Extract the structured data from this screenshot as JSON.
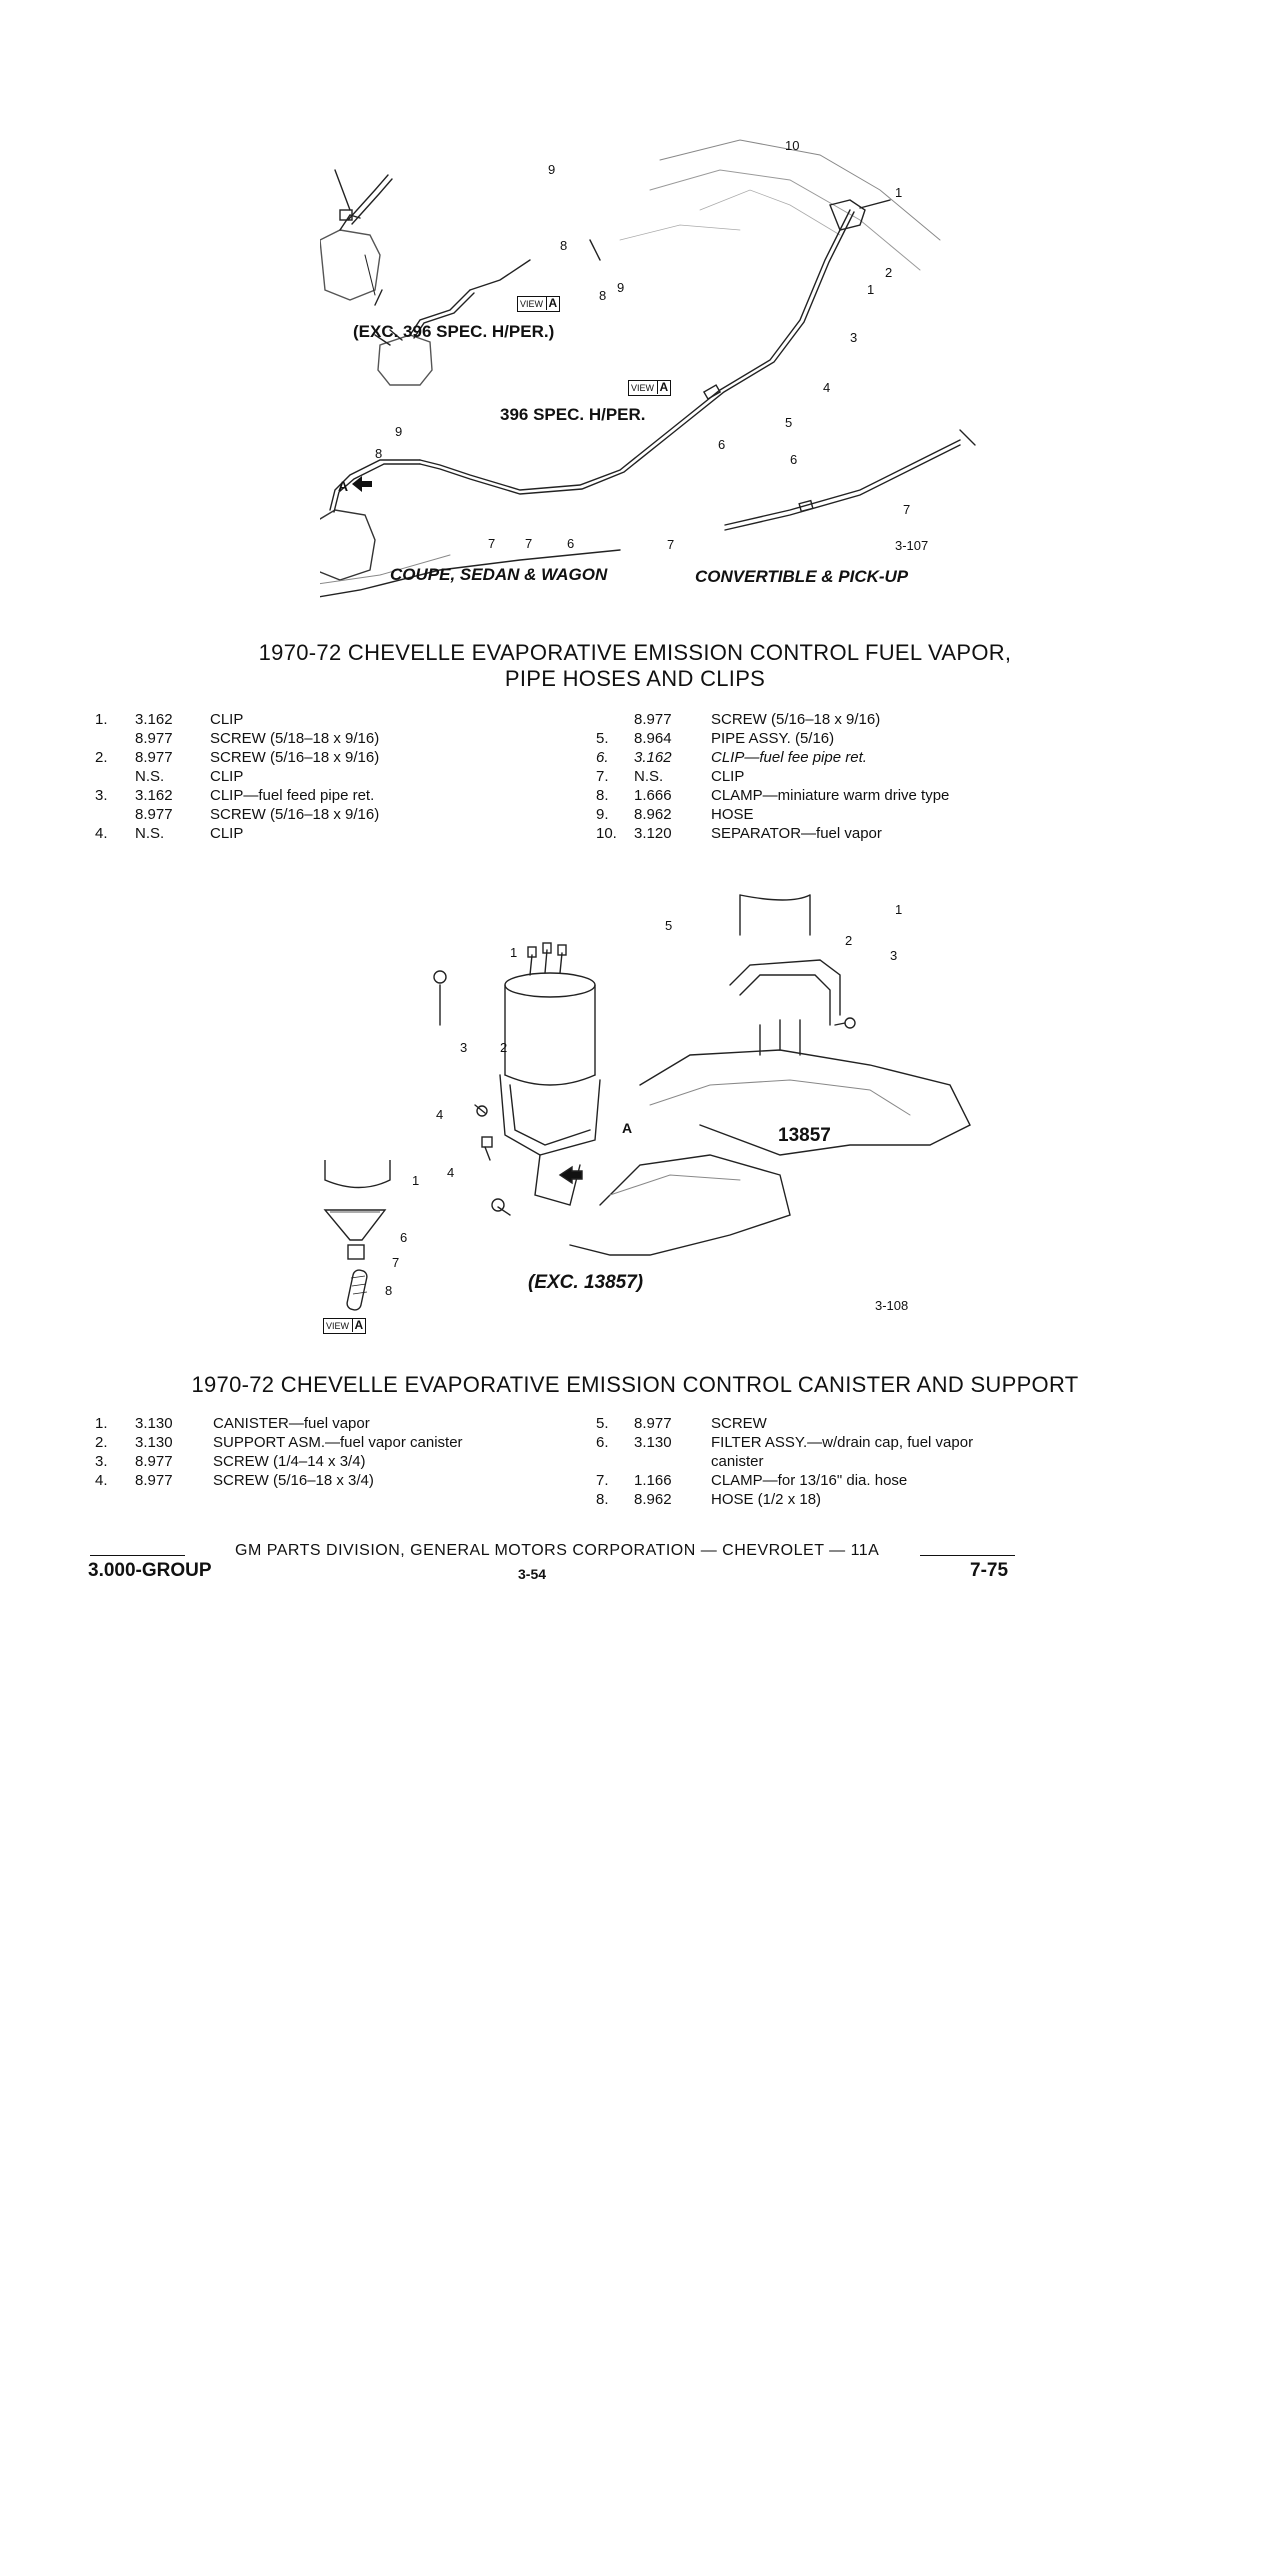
{
  "figure1": {
    "labels": [
      "1",
      "2",
      "3",
      "4",
      "5",
      "6",
      "7",
      "8",
      "9",
      "10"
    ],
    "caption_exc": "(EXC. 396 SPEC. H/PER.)",
    "caption_396": "396 SPEC. H/PER.",
    "caption_coupe": "COUPE, SEDAN & WAGON",
    "caption_convertible": "CONVERTIBLE & PICK-UP",
    "fig_number": "3-107",
    "view_label": "VIEW",
    "view_letter": "A",
    "arrow_letter": "A"
  },
  "section1": {
    "title_line1": "1970-72 CHEVELLE EVAPORATIVE EMISSION CONTROL FUEL VAPOR,",
    "title_line2": "PIPE HOSES AND CLIPS",
    "left_items": [
      {
        "num": "1.",
        "part": "3.162",
        "desc": "CLIP"
      },
      {
        "num": "",
        "part": "8.977",
        "desc": "SCREW (5/18–18 x 9/16)"
      },
      {
        "num": "2.",
        "part": "8.977",
        "desc": "SCREW (5/16–18 x 9/16)"
      },
      {
        "num": "",
        "part": "N.S.",
        "desc": "CLIP"
      },
      {
        "num": "3.",
        "part": "3.162",
        "desc": "CLIP—fuel feed pipe ret."
      },
      {
        "num": "",
        "part": "8.977",
        "desc": "SCREW (5/16–18 x 9/16)"
      },
      {
        "num": "4.",
        "part": "N.S.",
        "desc": "CLIP"
      }
    ],
    "right_items": [
      {
        "num": "",
        "part": "8.977",
        "desc": "SCREW (5/16–18 x 9/16)"
      },
      {
        "num": "5.",
        "part": "8.964",
        "desc": "PIPE ASSY. (5/16)"
      },
      {
        "num": "6.",
        "part": "3.162",
        "desc": "CLIP—fuel fee pipe ret."
      },
      {
        "num": "7.",
        "part": "N.S.",
        "desc": "CLIP"
      },
      {
        "num": "8.",
        "part": "1.666",
        "desc": "CLAMP—miniature warm drive type"
      },
      {
        "num": "9.",
        "part": "8.962",
        "desc": "HOSE"
      },
      {
        "num": "10.",
        "part": "3.120",
        "desc": "SEPARATOR—fuel vapor"
      }
    ]
  },
  "figure2": {
    "labels": [
      "1",
      "2",
      "3",
      "4",
      "5",
      "6",
      "7",
      "8"
    ],
    "code_13857": "13857",
    "caption_exc": "(EXC. 13857)",
    "fig_number": "3-108",
    "view_label": "VIEW",
    "view_letter": "A",
    "arrow_letter": "A"
  },
  "section2": {
    "title": "1970-72 CHEVELLE EVAPORATIVE EMISSION CONTROL CANISTER AND SUPPORT",
    "left_items": [
      {
        "num": "1.",
        "part": "3.130",
        "desc": "CANISTER—fuel vapor"
      },
      {
        "num": "2.",
        "part": "3.130",
        "desc": "SUPPORT ASM.—fuel vapor canister"
      },
      {
        "num": "3.",
        "part": "8.977",
        "desc": "SCREW (1/4–14 x 3/4)"
      },
      {
        "num": "4.",
        "part": "8.977",
        "desc": "SCREW (5/16–18 x 3/4)"
      }
    ],
    "right_items": [
      {
        "num": "5.",
        "part": "8.977",
        "desc": "SCREW"
      },
      {
        "num": "6.",
        "part": "3.130",
        "desc": "FILTER ASSY.—w/drain cap, fuel vapor"
      },
      {
        "num": "",
        "part": "",
        "desc": "canister"
      },
      {
        "num": "7.",
        "part": "1.166",
        "desc": "CLAMP—for 13/16\" dia. hose"
      },
      {
        "num": "8.",
        "part": "8.962",
        "desc": "HOSE (1/2 x 18)"
      }
    ]
  },
  "footer": {
    "division": "GM PARTS DIVISION, GENERAL MOTORS CORPORATION — CHEVROLET — 11A",
    "group": "3.000-GROUP",
    "page": "3-54",
    "date": "7-75"
  }
}
